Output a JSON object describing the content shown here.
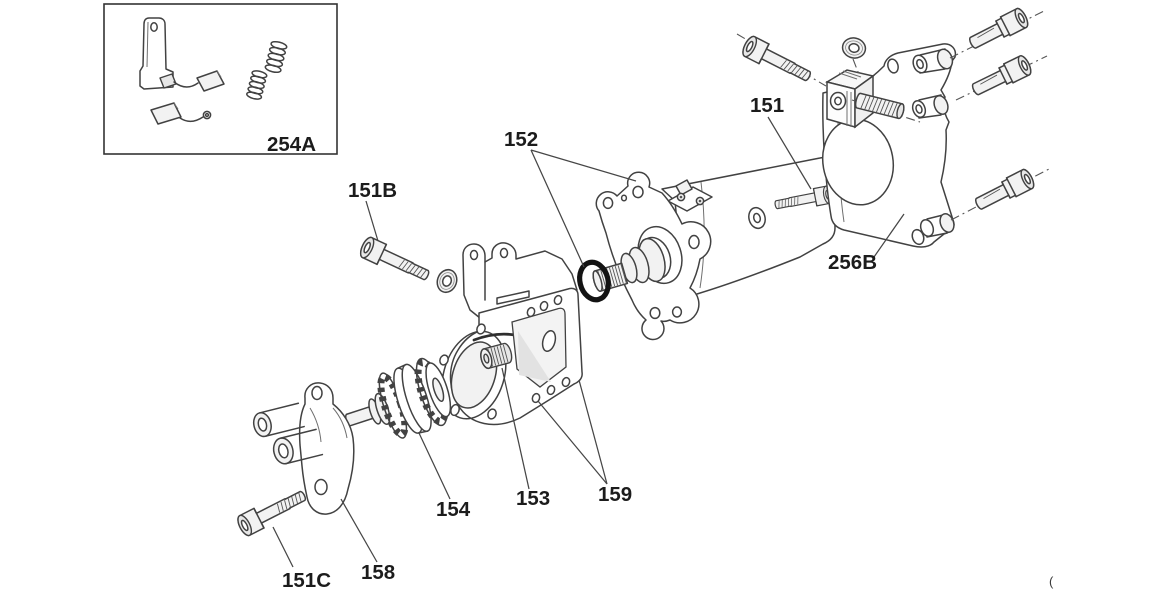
{
  "diagram_type": "exploded-parts-line-diagram",
  "colors": {
    "background": "#ffffff",
    "line_art": "#424242",
    "label_text": "#1c1c1c",
    "o_ring": "#131313"
  },
  "part_labels": {
    "p254a": "254A",
    "p151b": "151B",
    "p152": "152",
    "p151": "151",
    "p256b": "256B",
    "p154": "154",
    "p153": "153",
    "p159": "159",
    "p158": "158",
    "p151c": "151C"
  },
  "artifact": {
    "edge_mark": "("
  }
}
